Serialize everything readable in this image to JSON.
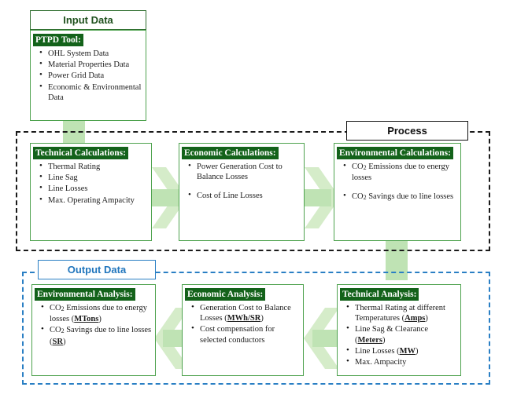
{
  "diagram": {
    "title": "PTPD Tool workflow diagram",
    "colors": {
      "header_bar": "#13621a",
      "card_border": "#4ea24e",
      "process_frame": "#1a1a1a",
      "output_frame": "#2a7fc4",
      "arrow": "#bfe3b4",
      "input_chip_text": "#20521f",
      "output_chip_text": "#2176bd"
    }
  },
  "sections": {
    "input": {
      "label": "Input Data"
    },
    "process": {
      "label": "Process"
    },
    "output": {
      "label": "Output Data"
    }
  },
  "cards": {
    "input_tool": {
      "header": "PTPD Tool:",
      "items": [
        "OHL System Data",
        "Material Properties Data",
        "Power Grid Data",
        "Economic & Environmental Data"
      ]
    },
    "technical_calculations": {
      "header": "Technical Calculations:",
      "items": [
        "Thermal Rating",
        "Line Sag",
        "Line Losses",
        "Max. Operating Ampacity"
      ]
    },
    "economic_calculations": {
      "header": "Economic Calculations:",
      "items": [
        "Power Generation Cost to Balance Losses",
        "Cost of Line Losses"
      ]
    },
    "environmental_calculations": {
      "header": "Environmental Calculations:",
      "items": [
        "CO2 Emissions due to energy losses",
        "CO2 Savings due to line losses"
      ]
    },
    "environmental_analysis": {
      "header": "Environmental Analysis:",
      "items": [
        {
          "pre": "CO",
          "sub": "2",
          "post": " Emissions due to energy losses (",
          "unit": "MTons",
          "tail": ")"
        },
        {
          "pre": "CO",
          "sub": "2",
          "post": " Savings due to line losses (",
          "unit": "SR",
          "tail": ")"
        }
      ]
    },
    "economic_analysis": {
      "header": "Economic Analysis:",
      "items": [
        {
          "pre": "Generation Cost to Balance Losses (",
          "unit": "MWh/SR",
          "tail": ")"
        },
        {
          "pre": "Cost compensation for selected conductors",
          "unit": "",
          "tail": ""
        }
      ]
    },
    "technical_analysis": {
      "header": "Technical Analysis:",
      "items": [
        {
          "pre": "Thermal Rating at different Temperatures (",
          "unit": "Amps",
          "tail": ")"
        },
        {
          "pre": "Line Sag & Clearance (",
          "unit": "Meters",
          "tail": ")"
        },
        {
          "pre": "Line Losses (",
          "unit": "MW",
          "tail": ")"
        },
        {
          "pre": "Max. Ampacity",
          "unit": "",
          "tail": ""
        }
      ]
    }
  },
  "connectors": [
    {
      "name": "input-to-process",
      "direction": "down"
    },
    {
      "name": "technical-to-economic",
      "direction": "right"
    },
    {
      "name": "economic-to-environmental",
      "direction": "right"
    },
    {
      "name": "process-to-output",
      "direction": "down"
    },
    {
      "name": "technical-analysis-to-economic-analysis",
      "direction": "left"
    },
    {
      "name": "economic-analysis-to-environmental-analysis",
      "direction": "left"
    }
  ]
}
